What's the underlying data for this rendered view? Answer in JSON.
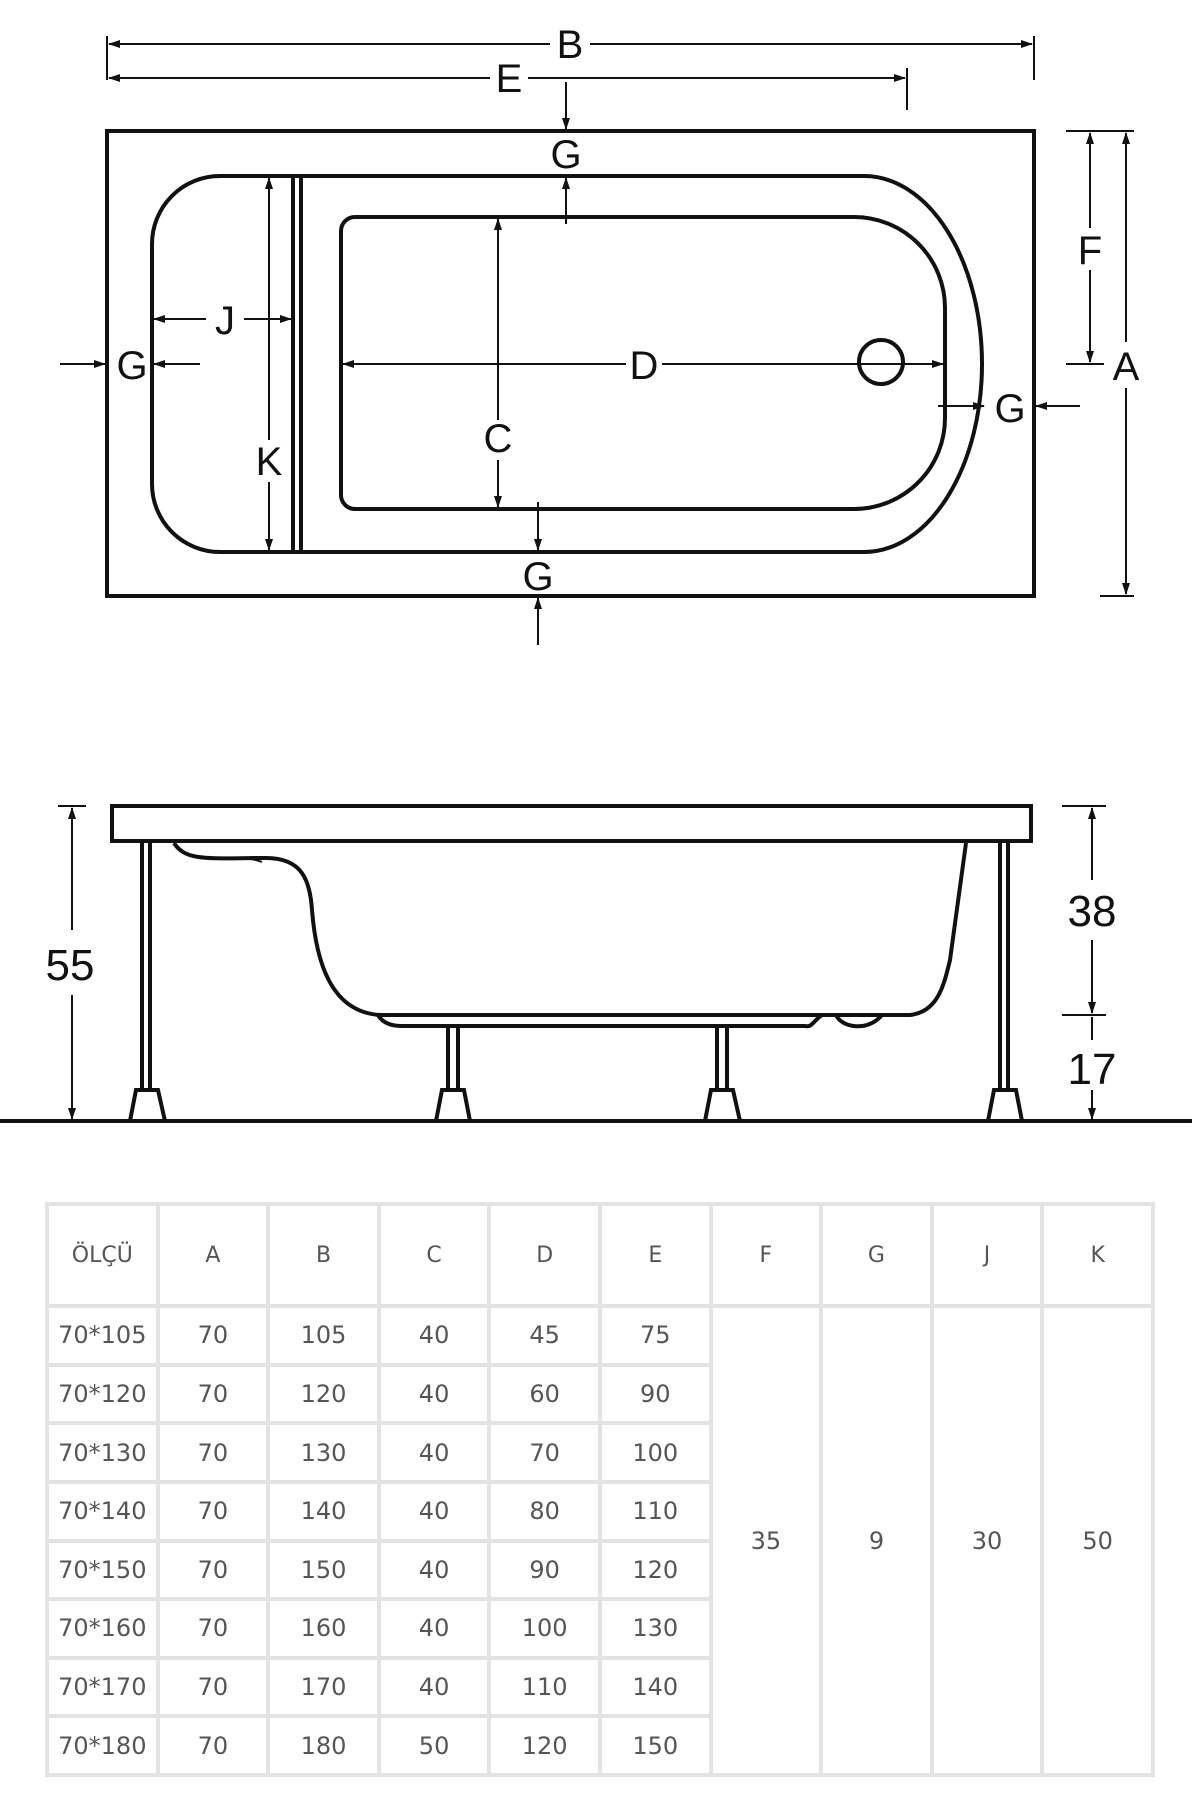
{
  "top_view": {
    "labels": {
      "B": "B",
      "E": "E",
      "G_top": "G",
      "G_left": "G",
      "G_right": "G",
      "G_bottom": "G",
      "J": "J",
      "K": "K",
      "C": "C",
      "D": "D",
      "F": "F",
      "A": "A"
    }
  },
  "side_view": {
    "total_height": "55",
    "tub_depth": "38",
    "leg_height": "17"
  },
  "table": {
    "headers": [
      "ÖLÇÜ",
      "A",
      "B",
      "C",
      "D",
      "E",
      "F",
      "G",
      "J",
      "K"
    ],
    "rows": [
      [
        "70*105",
        "70",
        "105",
        "40",
        "45",
        "75"
      ],
      [
        "70*120",
        "70",
        "120",
        "40",
        "60",
        "90"
      ],
      [
        "70*130",
        "70",
        "130",
        "40",
        "70",
        "100"
      ],
      [
        "70*140",
        "70",
        "140",
        "40",
        "80",
        "110"
      ],
      [
        "70*150",
        "70",
        "150",
        "40",
        "90",
        "120"
      ],
      [
        "70*160",
        "70",
        "160",
        "40",
        "100",
        "130"
      ],
      [
        "70*170",
        "70",
        "170",
        "40",
        "110",
        "140"
      ],
      [
        "70*180",
        "70",
        "180",
        "50",
        "120",
        "150"
      ]
    ],
    "shared": {
      "F": "35",
      "G": "9",
      "J": "30",
      "K": "50"
    }
  }
}
